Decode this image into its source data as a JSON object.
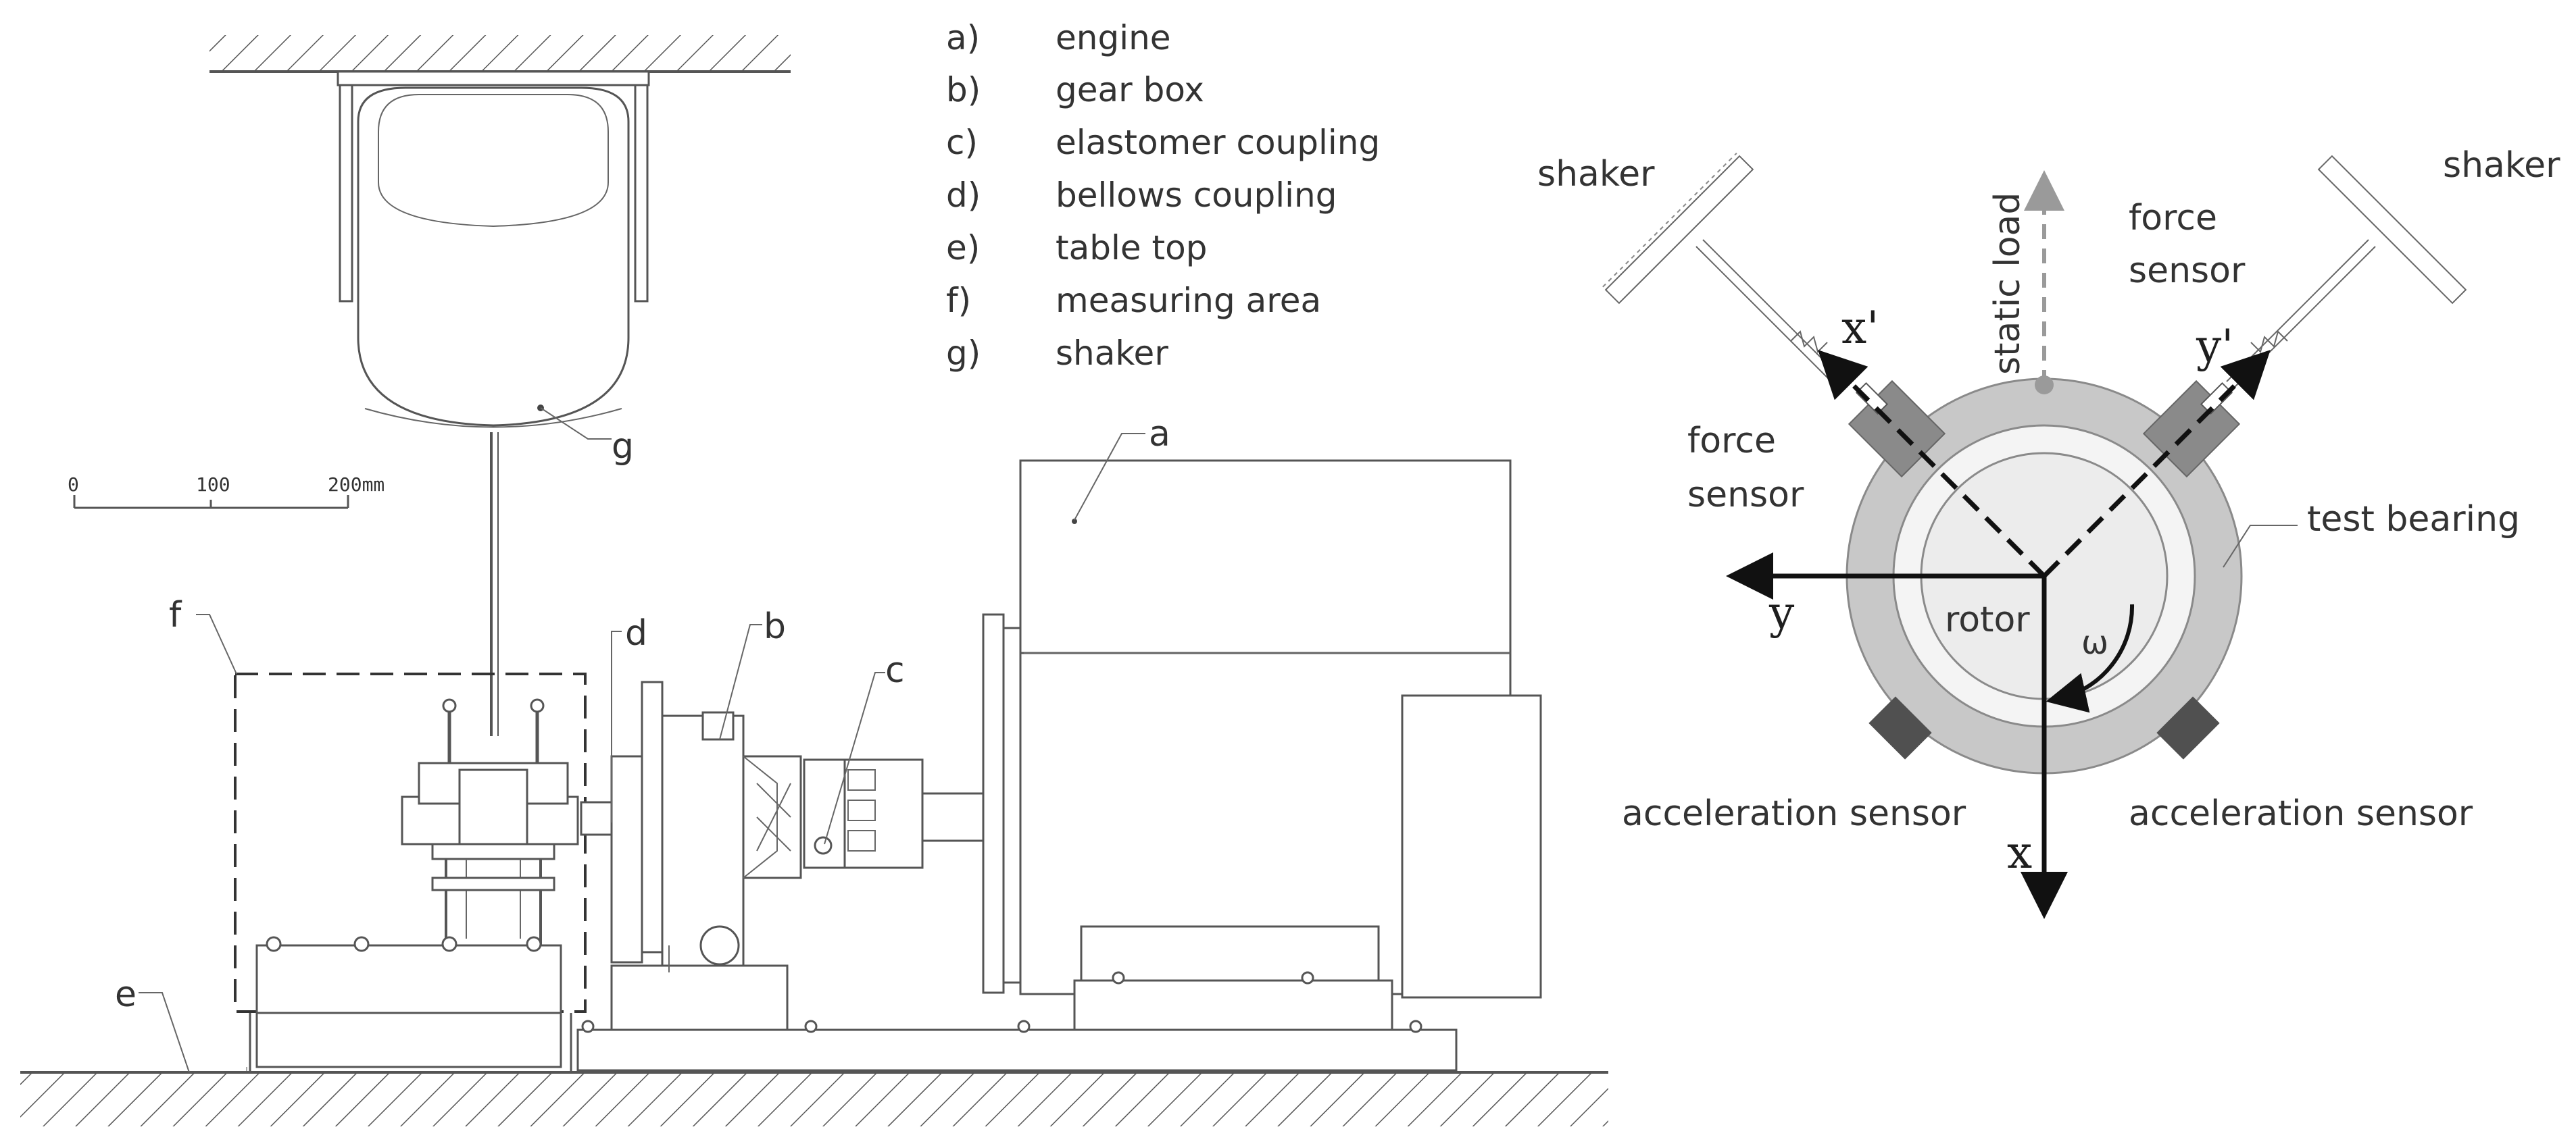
{
  "legend": {
    "items": [
      {
        "key": "a)",
        "text": "engine"
      },
      {
        "key": "b)",
        "text": "gear box"
      },
      {
        "key": "c)",
        "text": "elastomer coupling"
      },
      {
        "key": "d)",
        "text": "bellows coupling"
      },
      {
        "key": "e)",
        "text": "table top"
      },
      {
        "key": "f)",
        "text": "measuring area"
      },
      {
        "key": "g)",
        "text": "shaker"
      }
    ]
  },
  "callouts": {
    "a": "a",
    "b": "b",
    "c": "c",
    "d": "d",
    "e": "e",
    "f": "f",
    "g": "g"
  },
  "scale_bar": {
    "tick_0": "0",
    "tick_100": "100",
    "tick_200": "200mm"
  },
  "bearing": {
    "shaker_left": "shaker",
    "shaker_right": "shaker",
    "static_load": "static load",
    "force_sensor_top_line1": "force",
    "force_sensor_top_line2": "sensor",
    "force_sensor_left_line1": "force",
    "force_sensor_left_line2": "sensor",
    "test_bearing": "test bearing",
    "rotor": "rotor",
    "omega": "ω",
    "accel_left": "acceleration sensor",
    "accel_right": "acceleration sensor",
    "axis_x_prime": "x'",
    "axis_y_prime": "y'",
    "axis_x": "x",
    "axis_y": "y"
  },
  "colors": {
    "ring_outer": "#c8c8c8",
    "ring_inner": "#ececec",
    "sensor_block": "#8a8a8a",
    "accel_block": "#505050",
    "static_load_arrow": "#9a9a9a",
    "axis": "#111111"
  }
}
